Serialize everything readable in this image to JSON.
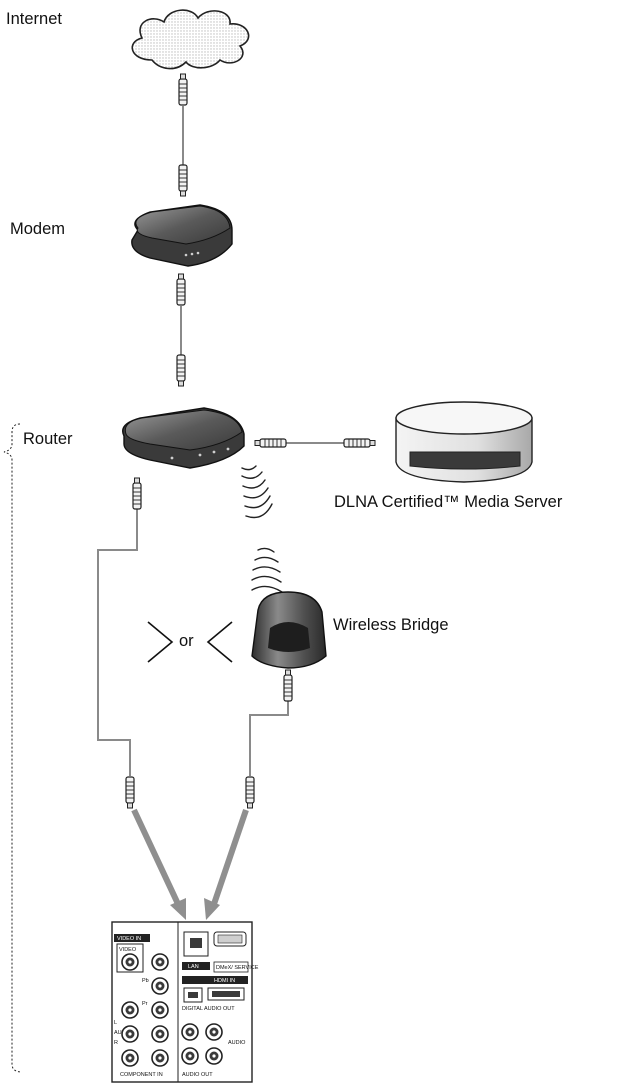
{
  "labels": {
    "internet": "Internet",
    "modem": "Modem",
    "router": "Router",
    "media_server": "DLNA Certified™ Media Server",
    "wireless_bridge": "Wireless Bridge",
    "or": "or"
  },
  "panel": {
    "video_in": "VIDEO IN",
    "video": "VIDEO",
    "lan": "LAN",
    "dmex_service": "DMeX/ SERVICE",
    "hdmi_in": "HDMI IN",
    "digital_audio_out": "DIGITAL AUDIO OUT",
    "audio_left": "L",
    "audio_word": "AUDIO",
    "audio_right": "R",
    "pb": "Pb",
    "pr": "Pr",
    "component_in": "COMPONENT IN",
    "audio_out": "AUDIO OUT",
    "audio_bottom": "AUDIO"
  },
  "colors": {
    "device_dark": "#3a3a3a",
    "device_light": "#e2e2e2",
    "cable": "#8a8a8a",
    "arrow": "#8f8f8f"
  }
}
